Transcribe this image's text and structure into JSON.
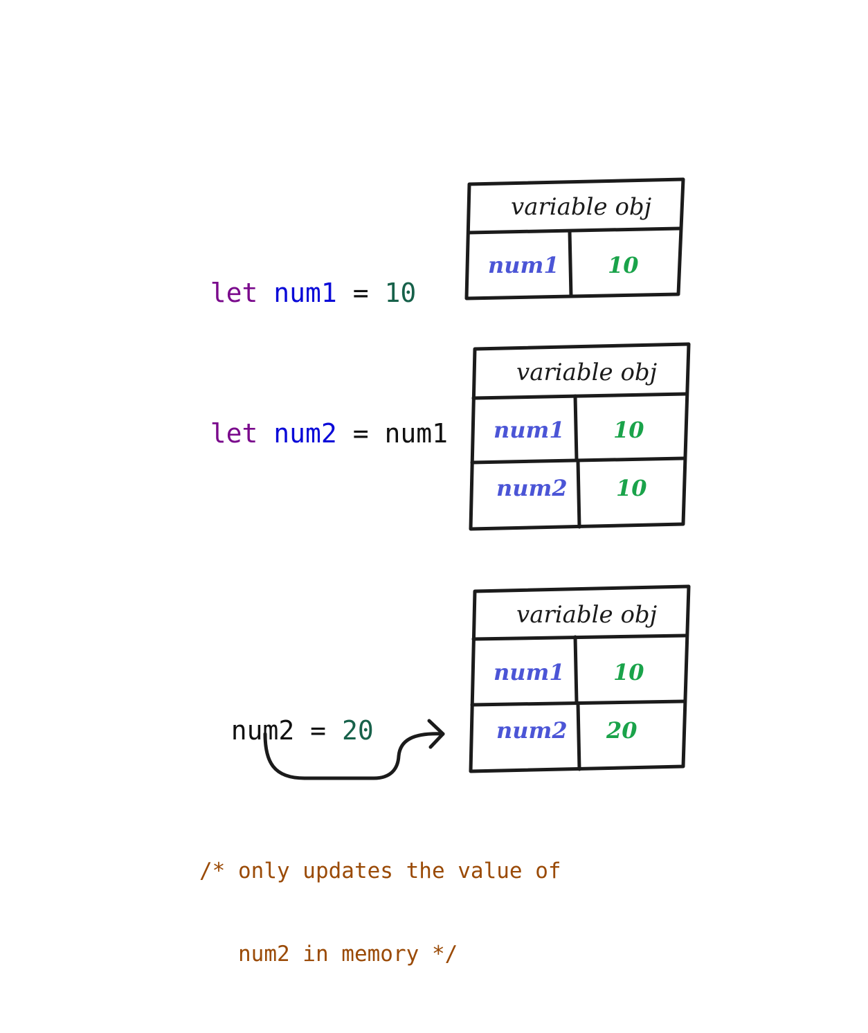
{
  "colors": {
    "keyword": "#7a0a8c",
    "identifier": "#0a0ad8",
    "number": "#17614a",
    "plain": "#111111",
    "comment": "#9a4a06",
    "table_name": "#4b55d6",
    "table_value": "#1aa34a",
    "ink": "#1b1b1b"
  },
  "code": {
    "line1": {
      "keyword": "let",
      "name": "num1",
      "op": "=",
      "value": "10"
    },
    "line2": {
      "keyword": "let",
      "name": "num2",
      "op": "=",
      "value": "num1"
    },
    "line3": {
      "name": "num2",
      "op": "=",
      "value": "20"
    }
  },
  "comment": {
    "line1": "/* only updates the value of",
    "line2": "   num2 in memory */"
  },
  "tables": [
    {
      "title": "variable obj",
      "rows": [
        {
          "name": "num1",
          "value": "10"
        }
      ]
    },
    {
      "title": "variable obj",
      "rows": [
        {
          "name": "num1",
          "value": "10"
        },
        {
          "name": "num2",
          "value": "10"
        }
      ]
    },
    {
      "title": "variable obj",
      "rows": [
        {
          "name": "num1",
          "value": "10"
        },
        {
          "name": "num2",
          "value": "20"
        }
      ]
    }
  ]
}
